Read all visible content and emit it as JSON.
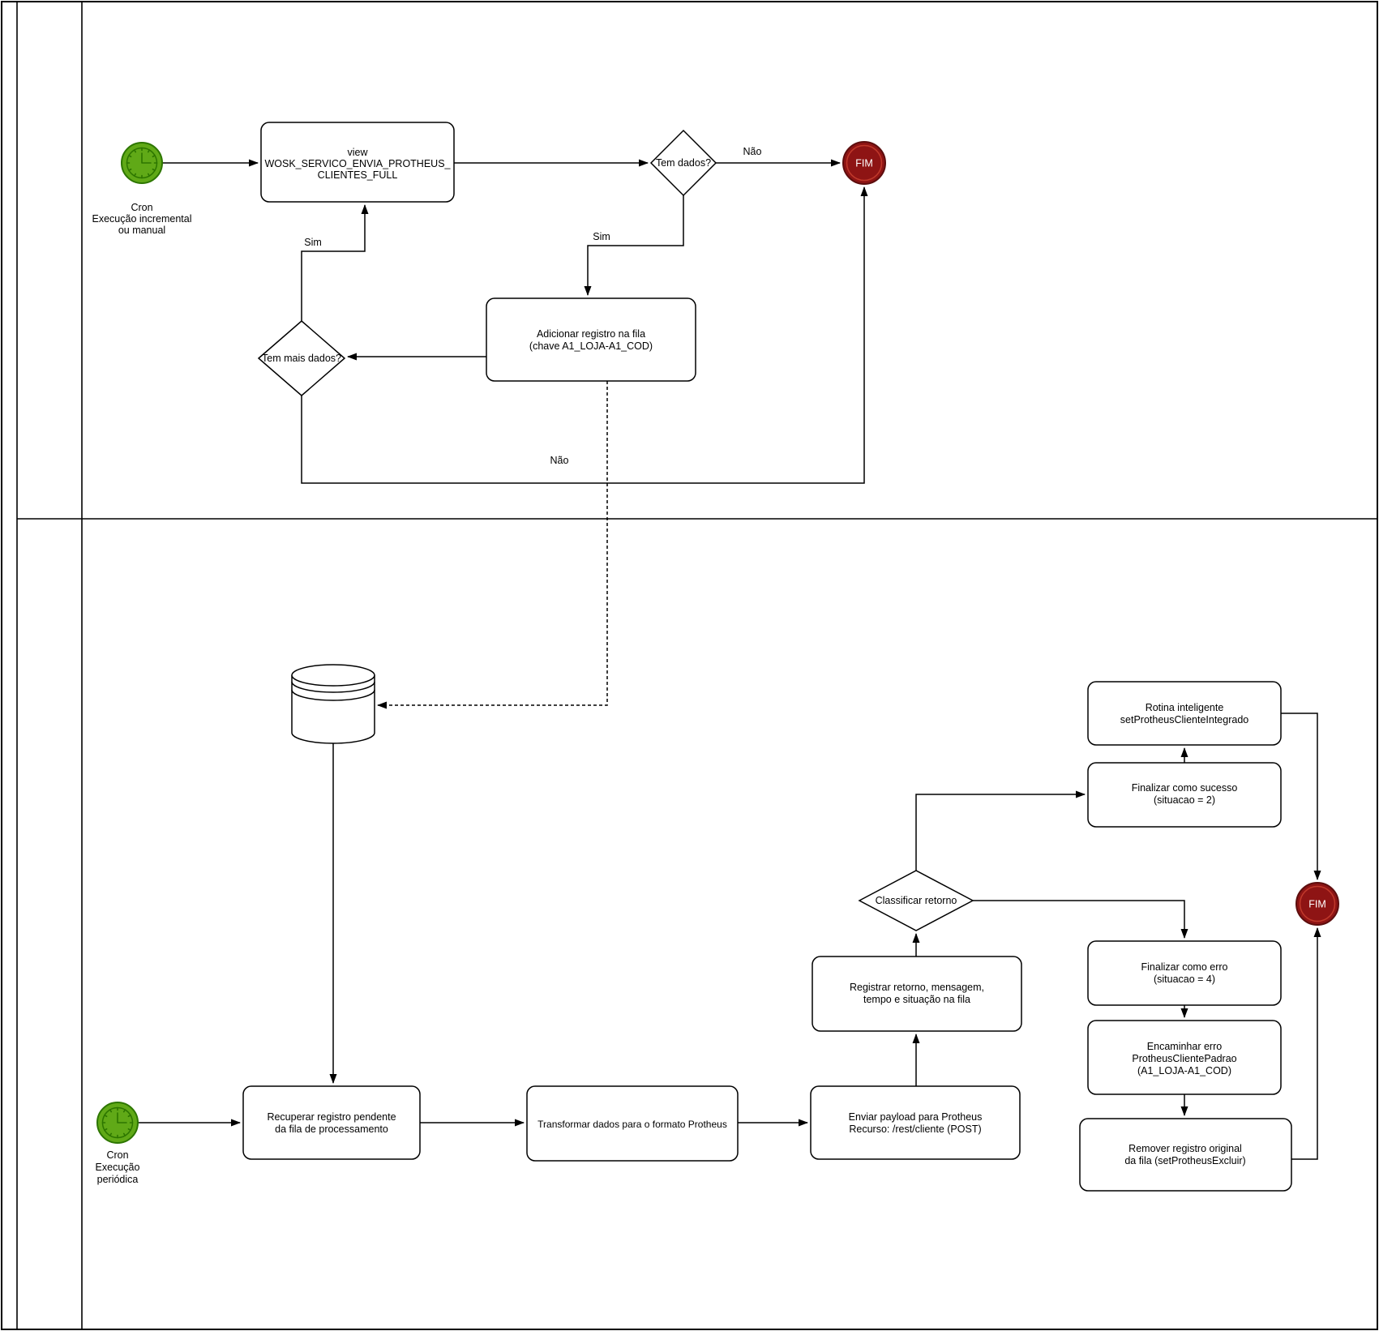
{
  "diagram": {
    "colors": {
      "event_green": "#60A917",
      "event_green_stroke": "#2D7600",
      "event_red": "#8E1414"
    },
    "events": {
      "start_incremental": {
        "caption_lines": [
          "Cron",
          "Execução incremental",
          "ou manual"
        ]
      },
      "start_periodica": {
        "caption_lines": [
          "Cron",
          "Execução",
          "periódica"
        ]
      },
      "end_top": {
        "label": "FIM"
      },
      "end_bottom": {
        "label": "FIM"
      }
    },
    "tasks": {
      "view": {
        "lines": [
          "view",
          "WOSK_SERVICO_ENVIA_PROTHEUS_",
          "CLIENTES_FULL"
        ]
      },
      "adicionar": {
        "lines": [
          "Adicionar registro na fila",
          "(chave A1_LOJA-A1_COD)"
        ]
      },
      "recuperar": {
        "lines": [
          "Recuperar registro pendente",
          "da fila de processamento"
        ]
      },
      "transformar": {
        "lines": [
          "Transformar dados para o formato Protheus"
        ]
      },
      "enviar": {
        "lines": [
          "Enviar payload para Protheus",
          "Recurso: /rest/cliente (POST)"
        ]
      },
      "registrar": {
        "lines": [
          "Registrar retorno, mensagem,",
          "tempo e situação na fila"
        ]
      },
      "finalizar_sucesso": {
        "lines": [
          "Finalizar como sucesso",
          "(situacao = 2)"
        ]
      },
      "rotina": {
        "lines": [
          "Rotina inteligente",
          "setProtheusClienteIntegrado"
        ]
      },
      "finalizar_erro": {
        "lines": [
          "Finalizar como erro",
          "(situacao = 4)"
        ]
      },
      "encaminhar": {
        "lines": [
          "Encaminhar erro",
          "ProtheusClientePadrao",
          "(A1_LOJA-A1_COD)"
        ]
      },
      "remover": {
        "lines": [
          "Remover registro original",
          "da fila (setProtheusExcluir)"
        ]
      }
    },
    "gateways": {
      "tem_dados": "Tem dados?",
      "tem_mais_dados": "Tem mais dados?",
      "classificar_retorno": "Classificar retorno"
    },
    "edge_labels": {
      "nao_tem_dados": "Não",
      "sim_tem_dados": "Sim",
      "sim_tem_mais": "Sim",
      "nao_tem_mais": "Não"
    }
  }
}
